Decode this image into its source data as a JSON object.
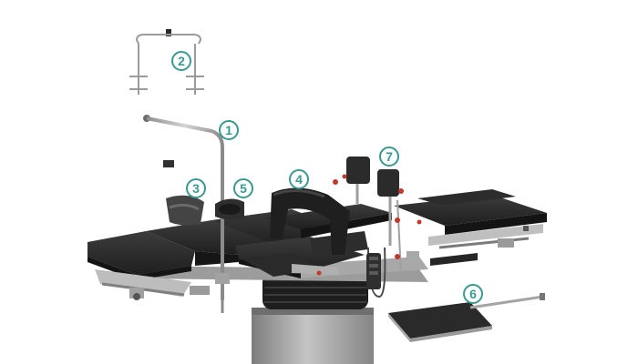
{
  "callouts": [
    {
      "label": "1",
      "part": "side-rail-arm"
    },
    {
      "label": "2",
      "part": "iv-pole"
    },
    {
      "label": "3",
      "part": "arm-support"
    },
    {
      "label": "4",
      "part": "shoulder-support"
    },
    {
      "label": "5",
      "part": "head-pad"
    },
    {
      "label": "6",
      "part": "instrument-tray"
    },
    {
      "label": "7",
      "part": "lateral-support"
    }
  ],
  "colors": {
    "callout_accent": "#3a9a8f",
    "pad": "#2b2b2b",
    "metal": "#b8b8b8",
    "column": "#9a9a9a",
    "bellows": "#1e1e1e",
    "handle_red": "#c0392b"
  }
}
